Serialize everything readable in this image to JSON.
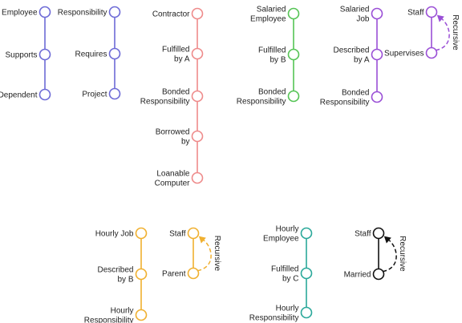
{
  "colors": {
    "blue": "#6d6ad6",
    "red": "#ee8b8b",
    "green": "#55c455",
    "purple": "#9a4fd6",
    "orange": "#f0b030",
    "teal": "#2aa89a",
    "black": "#111111"
  },
  "chains": [
    {
      "id": "employee-supports-dependent",
      "color": "blue",
      "nodes": [
        {
          "label": [
            "Employee"
          ]
        },
        {
          "label": [
            "Supports"
          ]
        },
        {
          "label": [
            "Dependent"
          ]
        }
      ]
    },
    {
      "id": "responsibility-requires-project",
      "color": "blue",
      "nodes": [
        {
          "label": [
            "Responsibility"
          ]
        },
        {
          "label": [
            "Requires"
          ]
        },
        {
          "label": [
            "Project"
          ]
        }
      ]
    },
    {
      "id": "contractor-chain",
      "color": "red",
      "nodes": [
        {
          "label": [
            "Contractor"
          ]
        },
        {
          "label": [
            "Fulfilled",
            "by A"
          ]
        },
        {
          "label": [
            "Bonded",
            "Responsibility"
          ]
        },
        {
          "label": [
            "Borrowed",
            "by"
          ]
        },
        {
          "label": [
            "Loanable",
            "Computer"
          ]
        }
      ]
    },
    {
      "id": "salaried-employee-chain",
      "color": "green",
      "nodes": [
        {
          "label": [
            "Salaried",
            "Employee"
          ]
        },
        {
          "label": [
            "Fulfilled",
            "by B"
          ]
        },
        {
          "label": [
            "Bonded",
            "Responsibility"
          ]
        }
      ]
    },
    {
      "id": "salaried-job-chain",
      "color": "purple",
      "nodes": [
        {
          "label": [
            "Salaried",
            "Job"
          ]
        },
        {
          "label": [
            "Described",
            "by A"
          ]
        },
        {
          "label": [
            "Bonded",
            "Responsibility"
          ]
        }
      ]
    },
    {
      "id": "hourly-job-chain",
      "color": "orange",
      "nodes": [
        {
          "label": [
            "Hourly Job"
          ]
        },
        {
          "label": [
            "Described",
            "by B"
          ]
        },
        {
          "label": [
            "Hourly",
            "Responsibility"
          ]
        }
      ]
    },
    {
      "id": "hourly-employee-chain",
      "color": "teal",
      "nodes": [
        {
          "label": [
            "Hourly",
            "Employee"
          ]
        },
        {
          "label": [
            "Fulfilled",
            "by C"
          ]
        },
        {
          "label": [
            "Hourly",
            "Responsibility"
          ]
        }
      ]
    }
  ],
  "recursives": [
    {
      "id": "staff-supervises",
      "color": "purple",
      "top": "Staff",
      "bottom": "Supervises",
      "tag": "Recursive"
    },
    {
      "id": "staff-parent",
      "color": "orange",
      "top": "Staff",
      "bottom": "Parent",
      "tag": "Recursive"
    },
    {
      "id": "staff-married",
      "color": "black",
      "top": "Staff",
      "bottom": "Married",
      "tag": "Recursive"
    }
  ]
}
